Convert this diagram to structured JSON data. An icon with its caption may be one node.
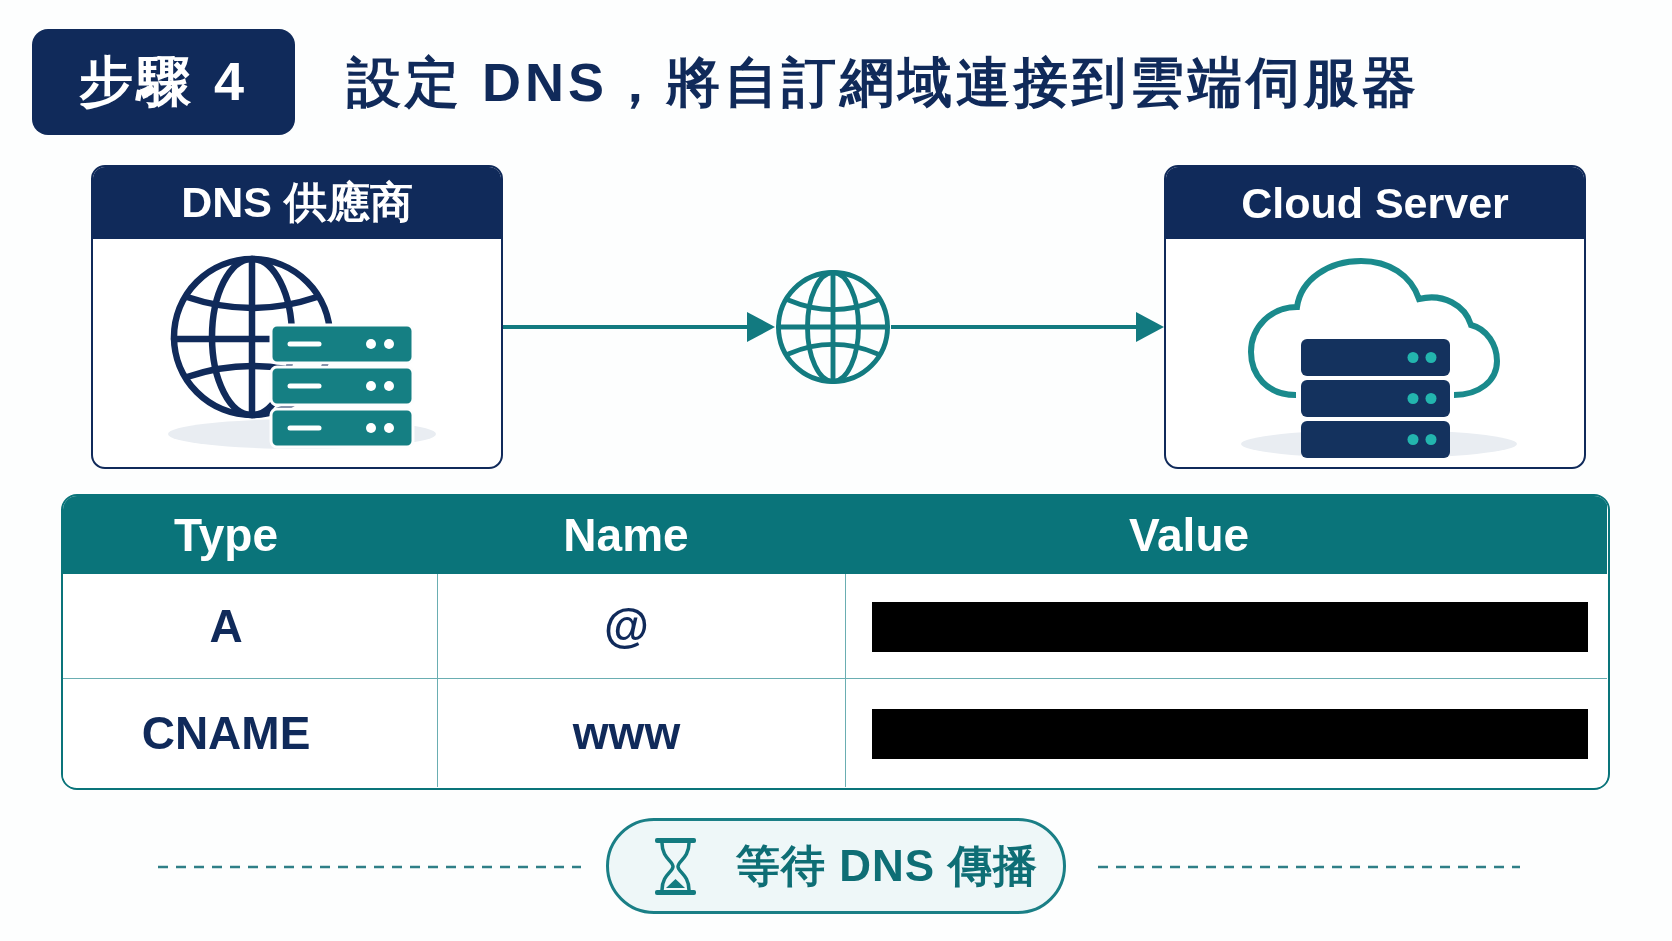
{
  "diagram": {
    "title": "設定 DNS，將自訂網域連接到雲端伺服器",
    "nodes": [
      {
        "text": [
          "DNS 供應商"
        ]
      },
      {
        "text": [],
        "shape": "picture"
      },
      {
        "text": [
          "Cloud Server"
        ]
      },
      {
        "text": [
          "等待 DNS 傳播"
        ]
      }
    ],
    "edges": [
      {
        "from": 0,
        "to": 1,
        "arrow": "to"
      },
      {
        "from": 1,
        "to": 2,
        "arrow": "to"
      }
    ],
    "labels": [
      "步驟 4",
      "Type",
      "Name",
      "Value",
      "A",
      "@",
      "CNAME",
      "www"
    ]
  }
}
